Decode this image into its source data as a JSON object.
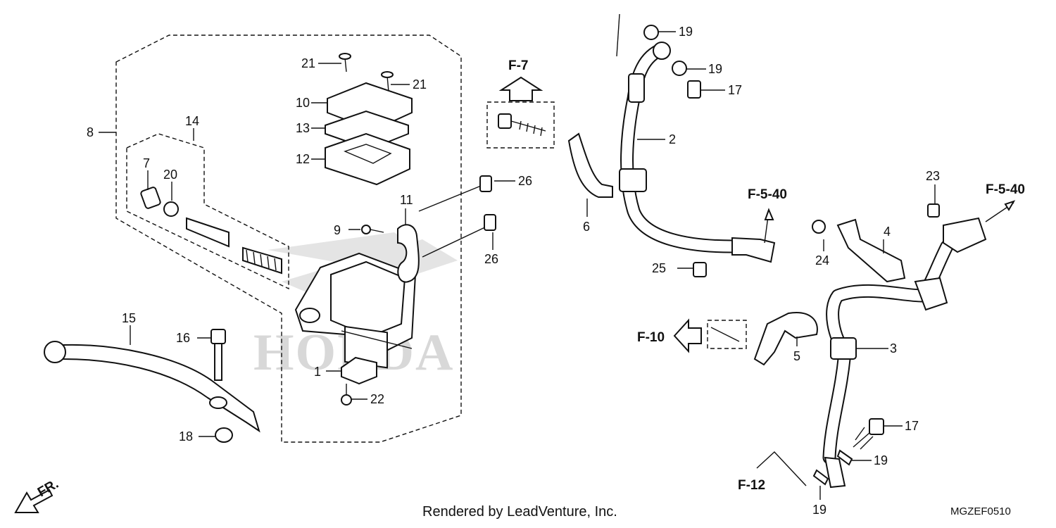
{
  "callouts": {
    "n1": "1",
    "n2": "2",
    "n3": "3",
    "n4": "4",
    "n5": "5",
    "n6": "6",
    "n7": "7",
    "n8": "8",
    "n9": "9",
    "n10": "10",
    "n11": "11",
    "n12": "12",
    "n13": "13",
    "n14": "14",
    "n15": "15",
    "n16": "16",
    "n17a": "17",
    "n17b": "17",
    "n18": "18",
    "n19a": "19",
    "n19b": "19",
    "n19c": "19",
    "n19d": "19",
    "n20": "20",
    "n21a": "21",
    "n21b": "21",
    "n22": "22",
    "n23": "23",
    "n24": "24",
    "n25": "25",
    "n26a": "26",
    "n26b": "26"
  },
  "references": {
    "f7": "F-7",
    "f540a": "F-5-40",
    "f540b": "F-5-40",
    "f10": "F-10",
    "f12": "F-12"
  },
  "front_indicator": "FR.",
  "watermark": "HONDA",
  "footer": {
    "credit": "Rendered by LeadVenture, Inc.",
    "diagram_code": "MGZEF0510"
  }
}
